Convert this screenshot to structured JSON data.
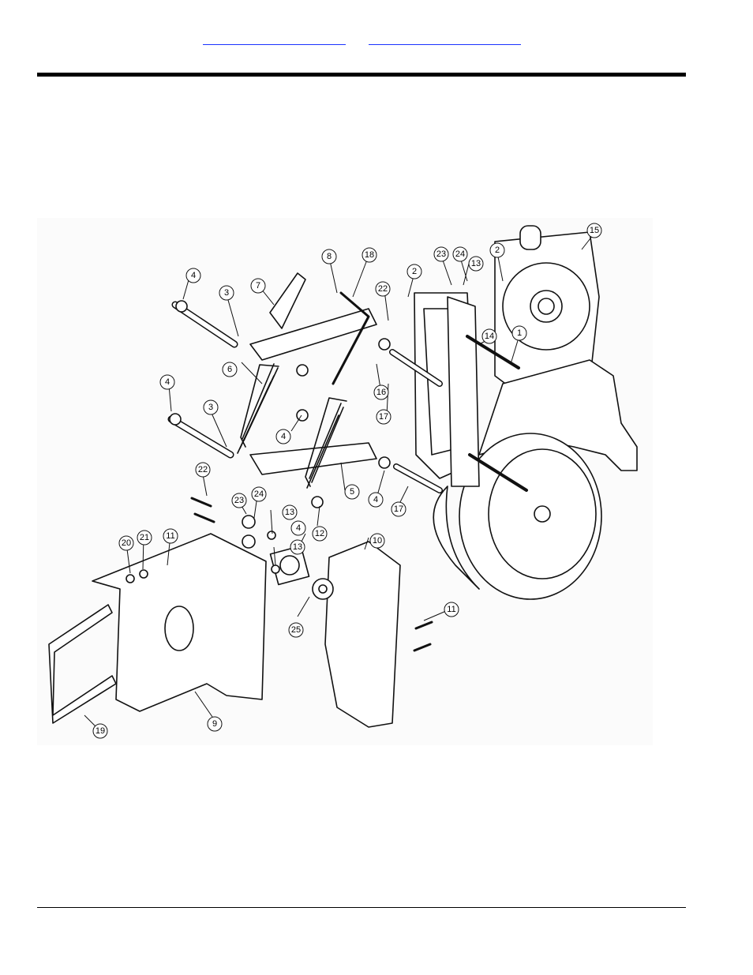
{
  "header": {
    "links": [
      "",
      ""
    ]
  },
  "diagram": {
    "callouts": [
      "1",
      "2",
      "2",
      "3",
      "3",
      "4",
      "4",
      "4",
      "4",
      "4",
      "5",
      "6",
      "7",
      "8",
      "9",
      "10",
      "11",
      "11",
      "12",
      "13",
      "13",
      "13",
      "14",
      "15",
      "16",
      "17",
      "17",
      "18",
      "19",
      "20",
      "21",
      "22",
      "22",
      "23",
      "23",
      "24",
      "24",
      "25"
    ]
  }
}
